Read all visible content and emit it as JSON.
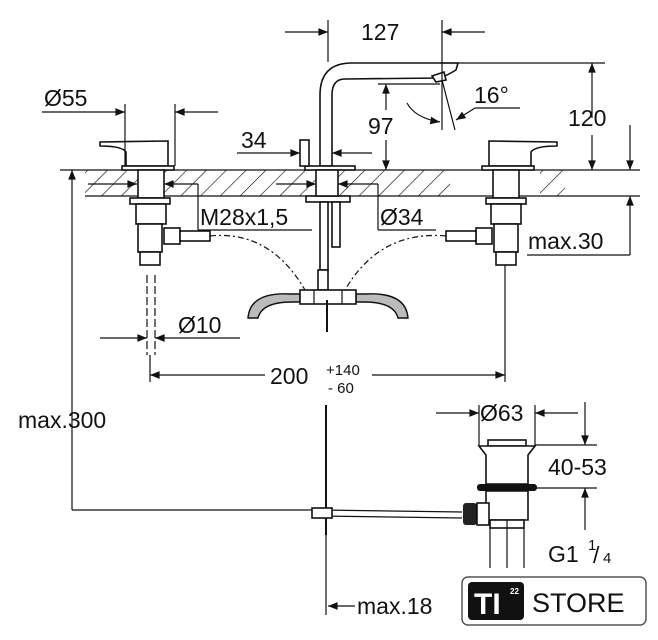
{
  "dimensions": {
    "spout_reach": "127",
    "handle_diameter": "Ø55",
    "spout_angle": "16°",
    "outlet_height": "97",
    "spout_height": "120",
    "spout_base_width": "34",
    "thread": "M28x1,5",
    "hole_diameter": "Ø34",
    "max_deck_thickness": "max.30",
    "tail_diameter": "Ø10",
    "spread_nominal": "200",
    "spread_plus": "+140",
    "spread_minus": "- 60",
    "max_depth": "max.300",
    "drain_diameter": "Ø63",
    "drain_range": "40-53",
    "drain_thread_main": "G1",
    "drain_thread_num": "1",
    "drain_thread_den": "4",
    "pull_rod_max": "max.18"
  },
  "logo": {
    "mark": "TI",
    "superscript": "22",
    "text": "STORE"
  }
}
